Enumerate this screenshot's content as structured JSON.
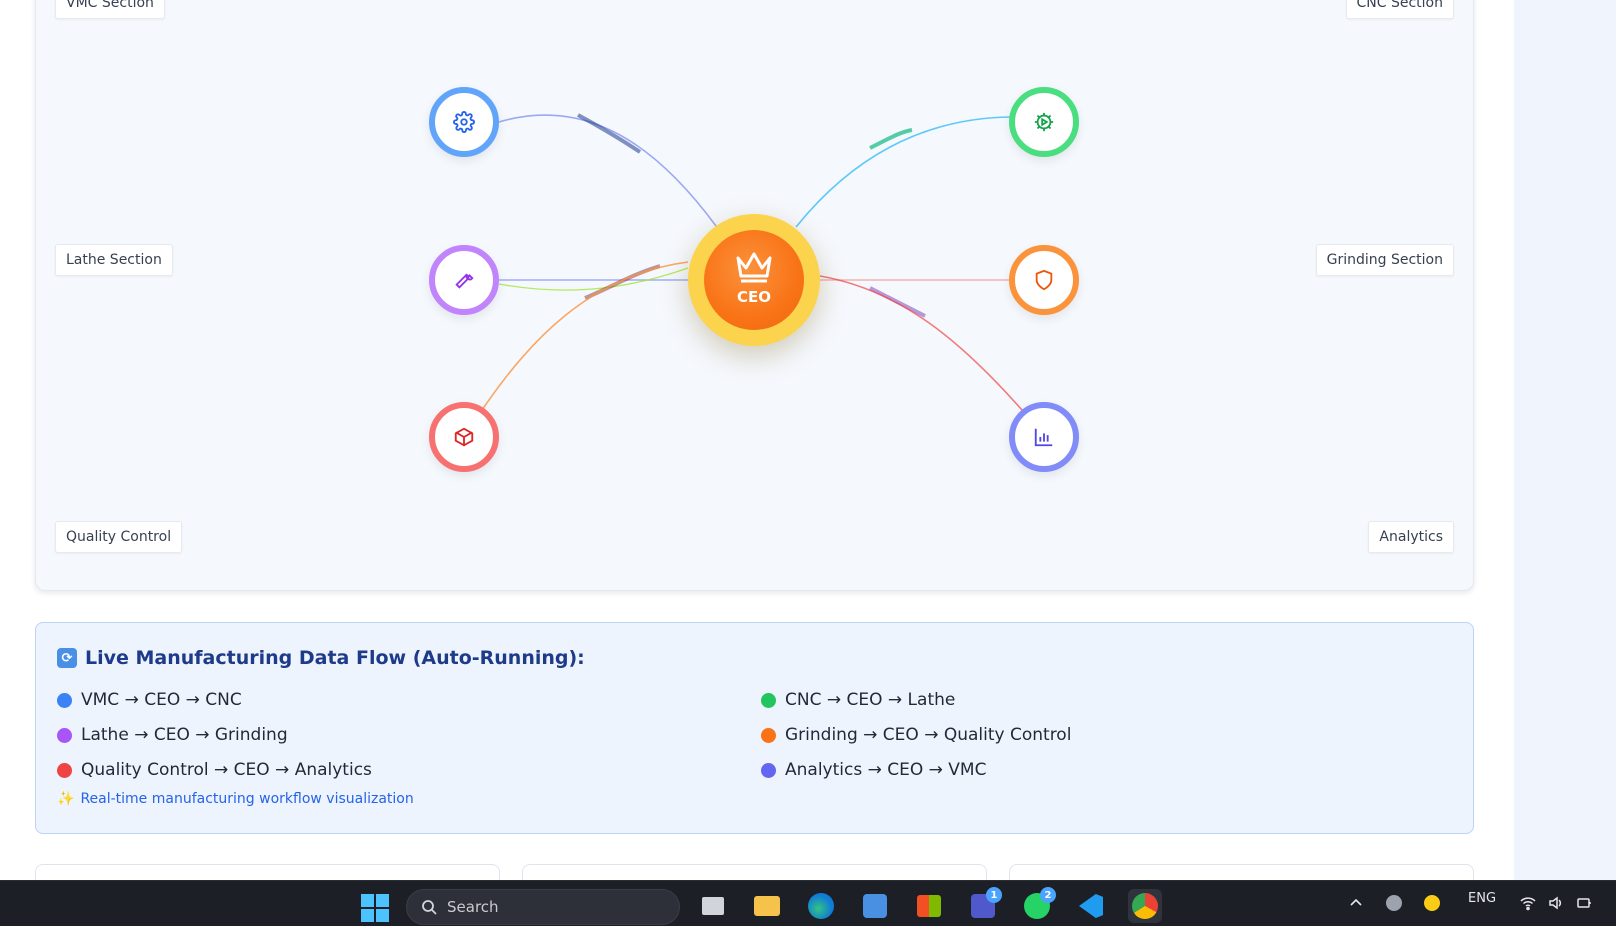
{
  "diagram": {
    "section_labels": {
      "vmc": "VMC Section",
      "cnc": "CNC Section",
      "lathe": "Lathe Section",
      "grinding": "Grinding Section",
      "quality": "Quality Control",
      "analytics": "Analytics"
    },
    "ceo_label": "CEO",
    "node_colors": {
      "vmc": "#60a5fa",
      "cnc": "#4ade80",
      "lathe": "#c084fc",
      "grinding": "#fb923c",
      "quality": "#f87171",
      "analytics": "#818cf8"
    }
  },
  "flow_panel": {
    "title": "Live Manufacturing Data Flow (Auto-Running):",
    "items": [
      {
        "text": "VMC → CEO → CNC",
        "color": "#3b82f6"
      },
      {
        "text": "CNC → CEO → Lathe",
        "color": "#22c55e"
      },
      {
        "text": "Lathe → CEO → Grinding",
        "color": "#a855f7"
      },
      {
        "text": "Grinding → CEO → Quality Control",
        "color": "#f97316"
      },
      {
        "text": "Quality Control → CEO → Analytics",
        "color": "#ef4444"
      },
      {
        "text": "Analytics → CEO → VMC",
        "color": "#6366f1"
      }
    ],
    "note": "Real-time manufacturing workflow visualization"
  },
  "taskbar": {
    "search_placeholder": "Search",
    "language": "ENG",
    "badges": {
      "teams": "1",
      "whatsapp": "2"
    }
  }
}
